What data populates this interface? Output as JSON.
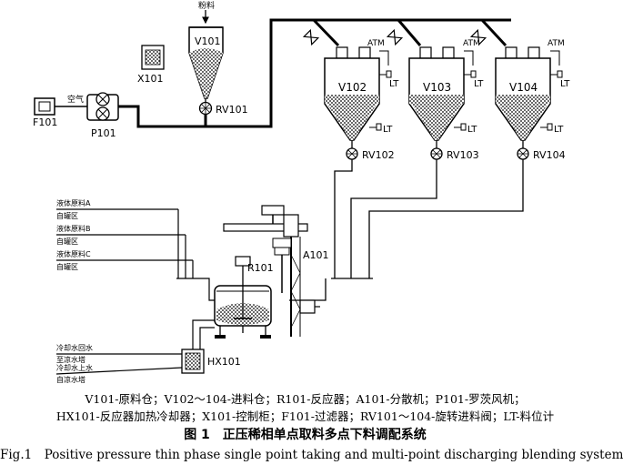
{
  "labels": {
    "powder": "粉料",
    "air": "空气",
    "atm": "ATM",
    "lt": "LT",
    "x101": "X101",
    "f101": "F101",
    "p101": "P101",
    "v101": "V101",
    "rv101": "RV101",
    "v102": "V102",
    "v103": "V103",
    "v104": "V104",
    "rv102": "RV102",
    "rv103": "RV103",
    "rv104": "RV104",
    "r101": "R101",
    "a101": "A101",
    "hx101": "HX101"
  },
  "left_lines": {
    "liquid_a": "液体原料A",
    "tank_a": "自罐区",
    "liquid_b": "液体原料B",
    "tank_b": "自罐区",
    "liquid_c": "液体原料C",
    "tank_c": "自罐区"
  },
  "water_lines": {
    "cold_return": "冷却水回水",
    "to_cool_tower": "至凉水塔",
    "cold_supply": "冷却水上水",
    "from_cool_tower": "自凉水塔"
  },
  "legend": {
    "line1": "V101-原料仓；V102～104-进料仓；R101-反应器；A101-分散机；P101-罗茨风机；",
    "line2": "HX101-反应器加热冷却器；X101-控制柜；F101-过滤器；RV101～104-旋转进料阀；LT-料位计"
  },
  "caption": {
    "cn": "图 1　正压稀相单点取料多点下料调配系统",
    "en": "Fig.1　Positive pressure thin phase single point taking and multi-point discharging blending system"
  }
}
